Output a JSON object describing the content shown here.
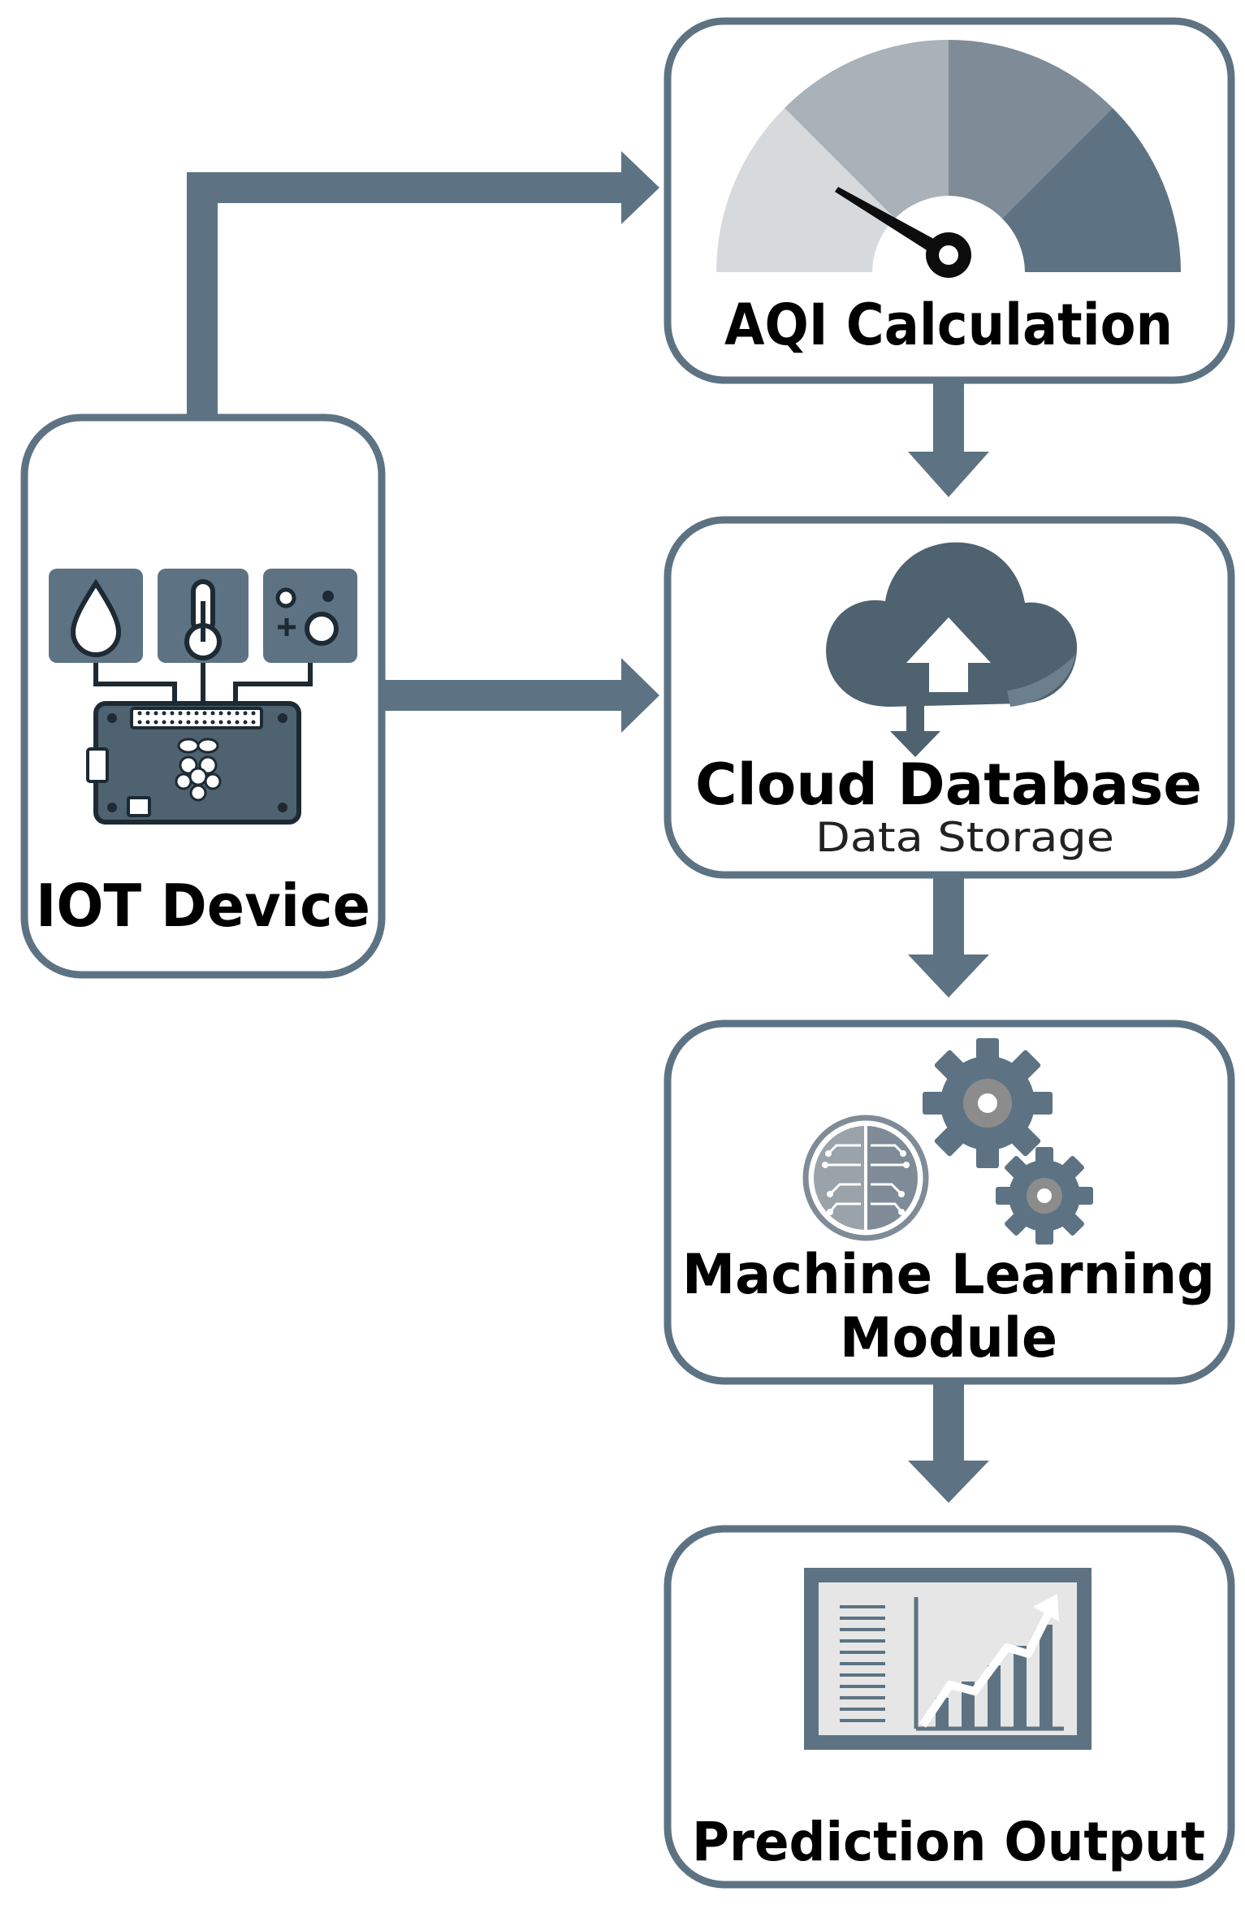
{
  "colors": {
    "frame": "#5d7383",
    "arrow": "#5d7383",
    "icon_dark": "#4e6270",
    "icon_mid": "#7f8c97",
    "icon_light": "#a9b1b9",
    "icon_pale": "#d7dadd",
    "background": "#ffffff"
  },
  "nodes": {
    "iot": {
      "title": "IOT Device",
      "icon": "raspberry-pi-sensors-icon"
    },
    "aqi": {
      "title": "AQI Calculation",
      "icon": "gauge-icon"
    },
    "cloud": {
      "title": "Cloud Database",
      "subtitle": "Data Storage",
      "icon": "cloud-upload-icon"
    },
    "ml": {
      "title_line1": "Machine Learning",
      "title_line2": "Module",
      "icon": "brain-gears-icon"
    },
    "prediction": {
      "title": "Prediction Output",
      "icon": "growth-chart-icon"
    }
  },
  "edges": [
    {
      "from": "iot",
      "to": "aqi"
    },
    {
      "from": "iot",
      "to": "cloud"
    },
    {
      "from": "aqi",
      "to": "cloud"
    },
    {
      "from": "cloud",
      "to": "ml"
    },
    {
      "from": "ml",
      "to": "prediction"
    }
  ]
}
